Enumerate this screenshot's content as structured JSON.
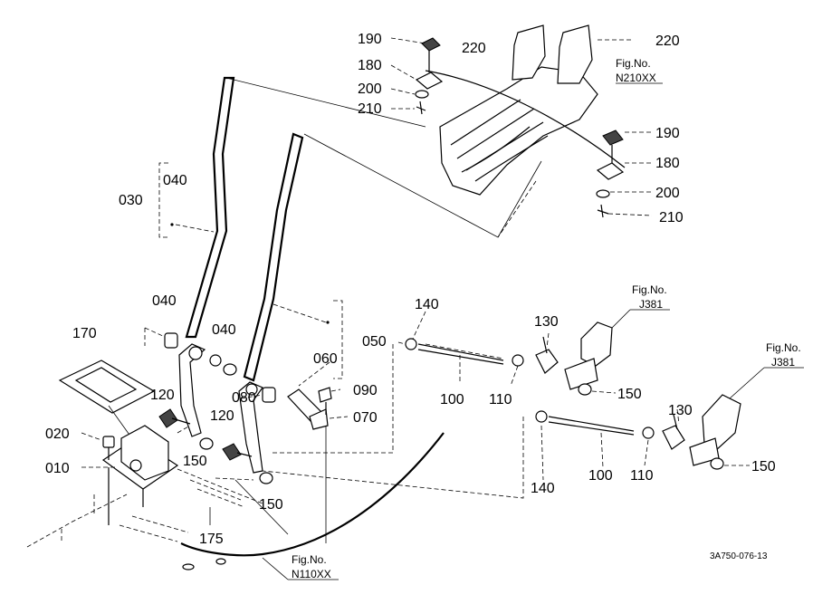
{
  "diagram": {
    "part_labels": [
      {
        "id": "p190a",
        "text": "190"
      },
      {
        "id": "p220a",
        "text": "220"
      },
      {
        "id": "p220b",
        "text": "220"
      },
      {
        "id": "p180a",
        "text": "180"
      },
      {
        "id": "p200a",
        "text": "200"
      },
      {
        "id": "p210a",
        "text": "210"
      },
      {
        "id": "p190b",
        "text": "190"
      },
      {
        "id": "p180b",
        "text": "180"
      },
      {
        "id": "p200b",
        "text": "200"
      },
      {
        "id": "p210b",
        "text": "210"
      },
      {
        "id": "p030",
        "text": "030"
      },
      {
        "id": "p040a",
        "text": "040"
      },
      {
        "id": "p040b",
        "text": "040"
      },
      {
        "id": "p040c",
        "text": "040"
      },
      {
        "id": "p170",
        "text": "170"
      },
      {
        "id": "p060",
        "text": "060"
      },
      {
        "id": "p080",
        "text": "080"
      },
      {
        "id": "p090",
        "text": "090"
      },
      {
        "id": "p070",
        "text": "070"
      },
      {
        "id": "p120a",
        "text": "120"
      },
      {
        "id": "p120b",
        "text": "120"
      },
      {
        "id": "p020",
        "text": "020"
      },
      {
        "id": "p010",
        "text": "010"
      },
      {
        "id": "p150a",
        "text": "150"
      },
      {
        "id": "p150b",
        "text": "150"
      },
      {
        "id": "p175",
        "text": "175"
      },
      {
        "id": "p140a",
        "text": "140"
      },
      {
        "id": "p050",
        "text": "050"
      },
      {
        "id": "p100a",
        "text": "100"
      },
      {
        "id": "p110a",
        "text": "110"
      },
      {
        "id": "p130a",
        "text": "130"
      },
      {
        "id": "p150c",
        "text": "150"
      },
      {
        "id": "p140b",
        "text": "140"
      },
      {
        "id": "p100b",
        "text": "100"
      },
      {
        "id": "p110b",
        "text": "110"
      },
      {
        "id": "p130b",
        "text": "130"
      },
      {
        "id": "p150d",
        "text": "150"
      }
    ],
    "fig_refs": [
      {
        "id": "fN210",
        "label": "Fig.No.",
        "code": "N210XX"
      },
      {
        "id": "fJ381a",
        "label": "Fig.No.",
        "code": "J381"
      },
      {
        "id": "fJ381b",
        "label": "Fig.No.",
        "code": "J381"
      },
      {
        "id": "fN110",
        "label": "Fig.No.",
        "code": "N110XX"
      }
    ],
    "drawing_code": "3A750-076-13"
  }
}
